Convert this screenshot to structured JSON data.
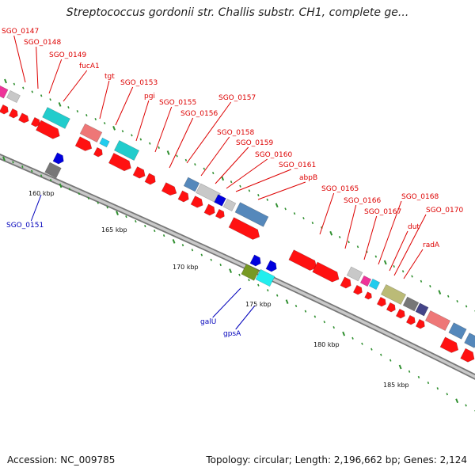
{
  "map": {
    "title": "Streptococcus gordonii str. Challis substr. CH1, complete ge...",
    "accession_text": "Accession: NC_009785",
    "genome_info_text": "Topology: circular; Length: 2,196,662 bp; Genes: 2,124"
  },
  "colors": {
    "forward_label": "#dd0000",
    "reverse_label": "#0000bb",
    "backbone": "#8c8c8c",
    "tick": "#2f8f2f"
  },
  "kbp_ticks": [
    "160 kbp",
    "165 kbp",
    "170 kbp",
    "175 kbp",
    "180 kbp",
    "185 kbp"
  ],
  "forward_labels": [
    "SGO_0147",
    "SGO_0148",
    "SGO_0149",
    "fucA1",
    "tgt",
    "SGO_0153",
    "pgi",
    "SGO_0155",
    "SGO_0157",
    "SGO_0156",
    "SGO_0158",
    "SGO_0159",
    "SGO_0160",
    "SGO_0161",
    "abpB",
    "SGO_0165",
    "SGO_0166",
    "SGO_0167",
    "SGO_0168",
    "SGO_0170",
    "dut",
    "radA"
  ],
  "reverse_labels": [
    "SGO_0151",
    "galU",
    "gpsA"
  ]
}
